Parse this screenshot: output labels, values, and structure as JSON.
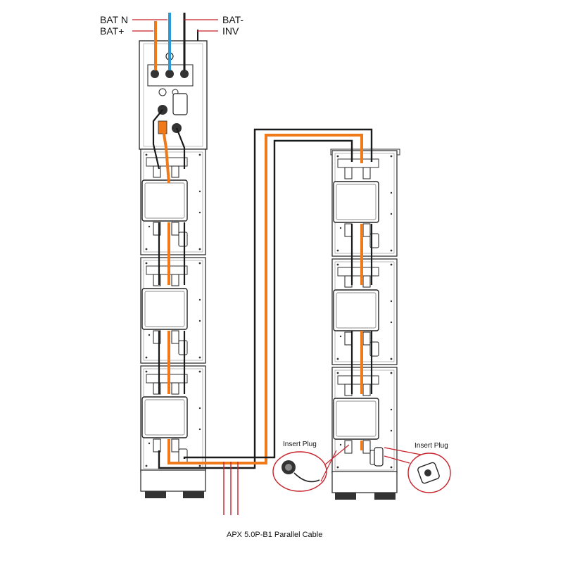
{
  "labels": {
    "bat_n": "BAT N",
    "bat_plus": "BAT+",
    "bat_minus": "BAT-",
    "inv": "INV",
    "insert_plug_left": "Insert Plug",
    "insert_plug_right": "Insert Plug",
    "caption": "APX 5.0P-B1 Parallel Cable"
  },
  "colors": {
    "cable_orange": "#f07a1a",
    "cable_blue": "#2a9ad6",
    "cable_black": "#1a1a1a",
    "callout_red": "#c8202a",
    "frame_gray": "#444444"
  }
}
